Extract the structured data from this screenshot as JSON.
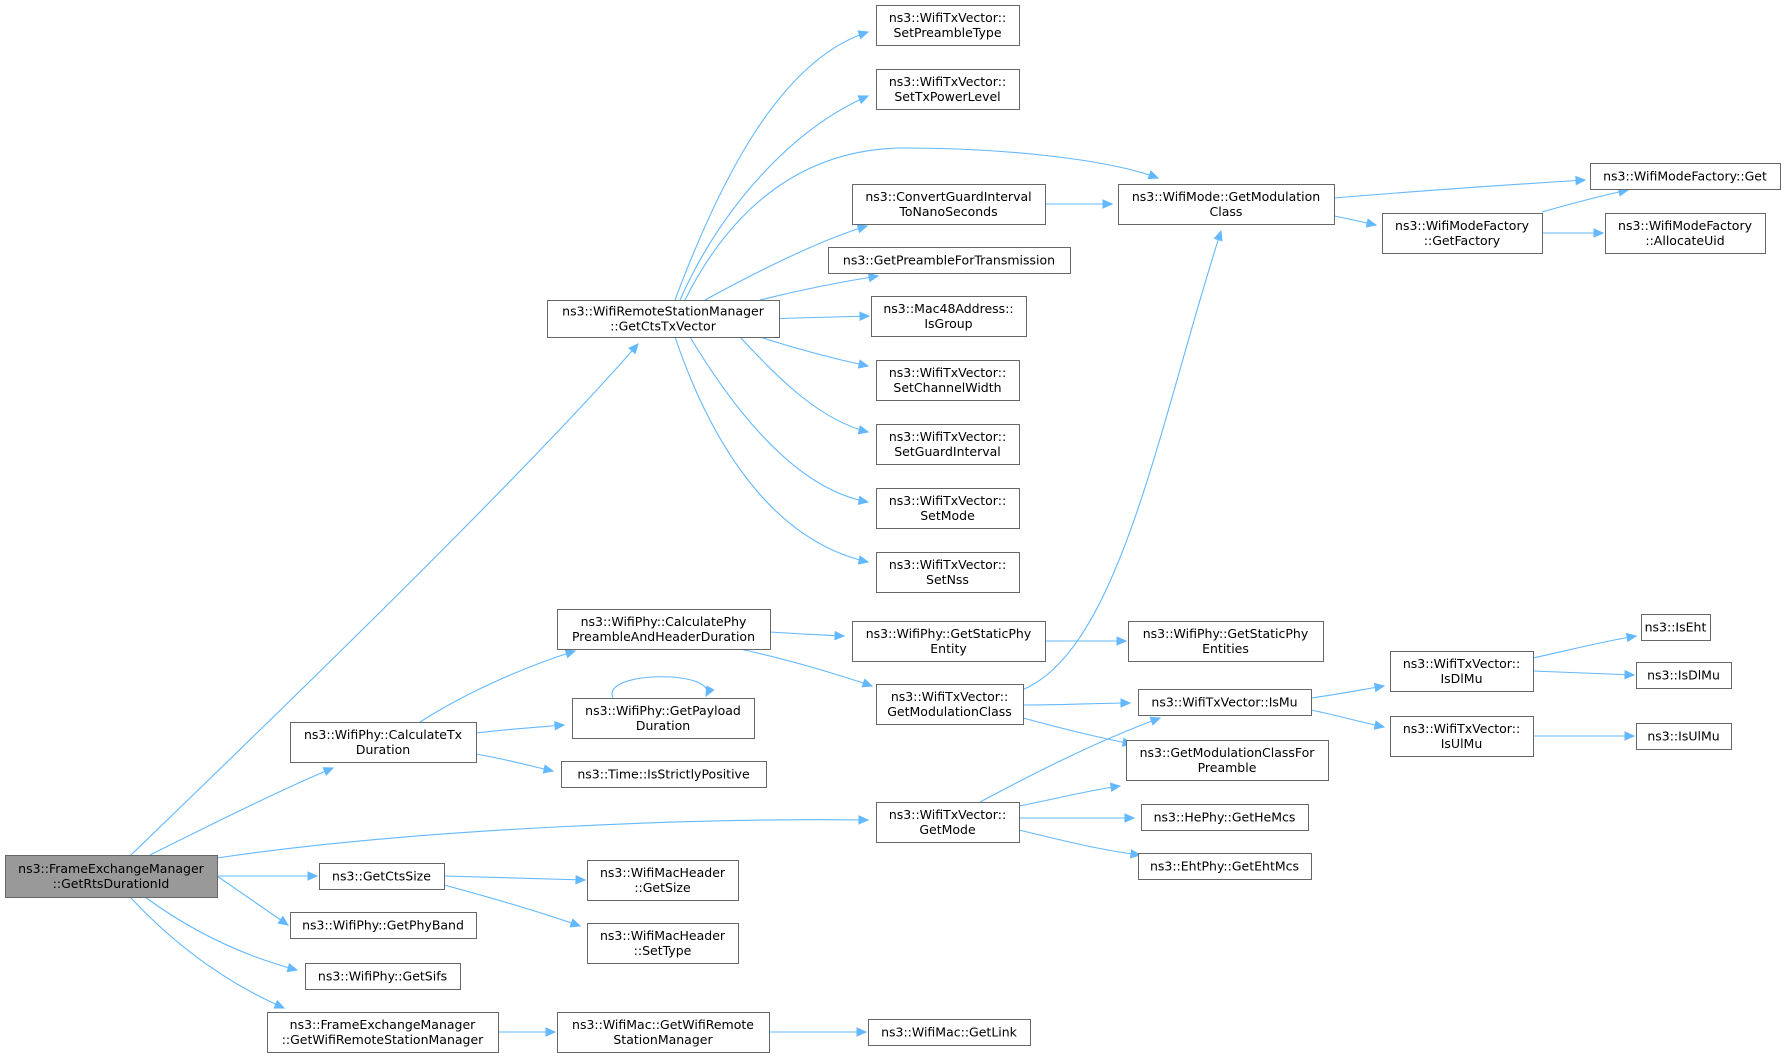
{
  "graph": {
    "root": "rts",
    "nodes": [
      {
        "id": "rts",
        "lines": [
          "ns3::FrameExchangeManager",
          "::GetRtsDurationId"
        ],
        "root": true
      },
      {
        "id": "cts",
        "lines": [
          "ns3::WifiRemoteStationManager",
          "::GetCtsTxVector"
        ]
      },
      {
        "id": "sptype",
        "lines": [
          "ns3::WifiTxVector::",
          "SetPreambleType"
        ]
      },
      {
        "id": "stxpow",
        "lines": [
          "ns3::WifiTxVector::",
          "SetTxPowerLevel"
        ]
      },
      {
        "id": "cgi",
        "lines": [
          "ns3::ConvertGuardInterval",
          "ToNanoSeconds"
        ]
      },
      {
        "id": "gpft",
        "lines": [
          "ns3::GetPreambleForTransmission"
        ]
      },
      {
        "id": "isgroup",
        "lines": [
          "ns3::Mac48Address::",
          "IsGroup"
        ]
      },
      {
        "id": "scw",
        "lines": [
          "ns3::WifiTxVector::",
          "SetChannelWidth"
        ]
      },
      {
        "id": "sgi",
        "lines": [
          "ns3::WifiTxVector::",
          "SetGuardInterval"
        ]
      },
      {
        "id": "smode",
        "lines": [
          "ns3::WifiTxVector::",
          "SetMode"
        ]
      },
      {
        "id": "snss",
        "lines": [
          "ns3::WifiTxVector::",
          "SetNss"
        ]
      },
      {
        "id": "wmgmc",
        "lines": [
          "ns3::WifiMode::GetModulation",
          "Class"
        ]
      },
      {
        "id": "wmfget",
        "lines": [
          "ns3::WifiModeFactory::Get"
        ]
      },
      {
        "id": "wmfgf",
        "lines": [
          "ns3::WifiModeFactory",
          "::GetFactory"
        ]
      },
      {
        "id": "wmfau",
        "lines": [
          "ns3::WifiModeFactory",
          "::AllocateUid"
        ]
      },
      {
        "id": "ctxd",
        "lines": [
          "ns3::WifiPhy::CalculateTx",
          "Duration"
        ]
      },
      {
        "id": "cpphd",
        "lines": [
          "ns3::WifiPhy::CalculatePhy",
          "PreambleAndHeaderDuration"
        ]
      },
      {
        "id": "gspe",
        "lines": [
          "ns3::WifiPhy::GetStaticPhy",
          "Entity"
        ]
      },
      {
        "id": "gspes",
        "lines": [
          "ns3::WifiPhy::GetStaticPhy",
          "Entities"
        ]
      },
      {
        "id": "gpd",
        "lines": [
          "ns3::WifiPhy::GetPayload",
          "Duration"
        ]
      },
      {
        "id": "isp",
        "lines": [
          "ns3::Time::IsStrictlyPositive"
        ]
      },
      {
        "id": "txgmc",
        "lines": [
          "ns3::WifiTxVector::",
          "GetModulationClass"
        ]
      },
      {
        "id": "ismu",
        "lines": [
          "ns3::WifiTxVector::IsMu"
        ]
      },
      {
        "id": "gmcfp",
        "lines": [
          "ns3::GetModulationClassFor",
          "Preamble"
        ]
      },
      {
        "id": "isdlmu",
        "lines": [
          "ns3::WifiTxVector::",
          "IsDlMu"
        ]
      },
      {
        "id": "isulmu",
        "lines": [
          "ns3::WifiTxVector::",
          "IsUlMu"
        ]
      },
      {
        "id": "iseht",
        "lines": [
          "ns3::IsEht"
        ]
      },
      {
        "id": "isdlmu2",
        "lines": [
          "ns3::IsDlMu"
        ]
      },
      {
        "id": "isulmu2",
        "lines": [
          "ns3::IsUlMu"
        ]
      },
      {
        "id": "gmode",
        "lines": [
          "ns3::WifiTxVector::",
          "GetMode"
        ]
      },
      {
        "id": "hemcs",
        "lines": [
          "ns3::HePhy::GetHeMcs"
        ]
      },
      {
        "id": "ehtmcs",
        "lines": [
          "ns3::EhtPhy::GetEhtMcs"
        ]
      },
      {
        "id": "gctss",
        "lines": [
          "ns3::GetCtsSize"
        ]
      },
      {
        "id": "mhgs",
        "lines": [
          "ns3::WifiMacHeader",
          "::GetSize"
        ]
      },
      {
        "id": "mhst",
        "lines": [
          "ns3::WifiMacHeader",
          "::SetType"
        ]
      },
      {
        "id": "gpb",
        "lines": [
          "ns3::WifiPhy::GetPhyBand"
        ]
      },
      {
        "id": "gsifs",
        "lines": [
          "ns3::WifiPhy::GetSifs"
        ]
      },
      {
        "id": "gwrsm",
        "lines": [
          "ns3::FrameExchangeManager",
          "::GetWifiRemoteStationManager"
        ]
      },
      {
        "id": "wmgwrsm",
        "lines": [
          "ns3::WifiMac::GetWifiRemote",
          "StationManager"
        ]
      },
      {
        "id": "getlink",
        "lines": [
          "ns3::WifiMac::GetLink"
        ]
      }
    ],
    "edges": [
      [
        "rts",
        "cts"
      ],
      [
        "rts",
        "ctxd"
      ],
      [
        "rts",
        "gmode"
      ],
      [
        "rts",
        "gctss"
      ],
      [
        "rts",
        "gpb"
      ],
      [
        "rts",
        "gsifs"
      ],
      [
        "rts",
        "gwrsm"
      ],
      [
        "cts",
        "sptype"
      ],
      [
        "cts",
        "stxpow"
      ],
      [
        "cts",
        "wmgmc"
      ],
      [
        "cts",
        "cgi"
      ],
      [
        "cts",
        "gpft"
      ],
      [
        "cts",
        "isgroup"
      ],
      [
        "cts",
        "scw"
      ],
      [
        "cts",
        "sgi"
      ],
      [
        "cts",
        "smode"
      ],
      [
        "cts",
        "snss"
      ],
      [
        "cgi",
        "wmgmc"
      ],
      [
        "wmgmc",
        "wmfget"
      ],
      [
        "wmgmc",
        "wmfgf"
      ],
      [
        "wmfgf",
        "wmfget"
      ],
      [
        "wmfgf",
        "wmfau"
      ],
      [
        "ctxd",
        "cpphd"
      ],
      [
        "ctxd",
        "gpd"
      ],
      [
        "ctxd",
        "isp"
      ],
      [
        "gpd",
        "gpd"
      ],
      [
        "cpphd",
        "gspe"
      ],
      [
        "cpphd",
        "txgmc"
      ],
      [
        "gspe",
        "gspes"
      ],
      [
        "txgmc",
        "wmgmc"
      ],
      [
        "txgmc",
        "ismu"
      ],
      [
        "txgmc",
        "gmcfp"
      ],
      [
        "ismu",
        "isdlmu"
      ],
      [
        "ismu",
        "isulmu"
      ],
      [
        "isdlmu",
        "iseht"
      ],
      [
        "isdlmu",
        "isdlmu2"
      ],
      [
        "isulmu",
        "isulmu2"
      ],
      [
        "gmode",
        "ismu"
      ],
      [
        "gmode",
        "gmcfp"
      ],
      [
        "gmode",
        "hemcs"
      ],
      [
        "gmode",
        "ehtmcs"
      ],
      [
        "gctss",
        "mhgs"
      ],
      [
        "gctss",
        "mhst"
      ],
      [
        "gwrsm",
        "wmgwrsm"
      ],
      [
        "wmgwrsm",
        "getlink"
      ]
    ]
  }
}
